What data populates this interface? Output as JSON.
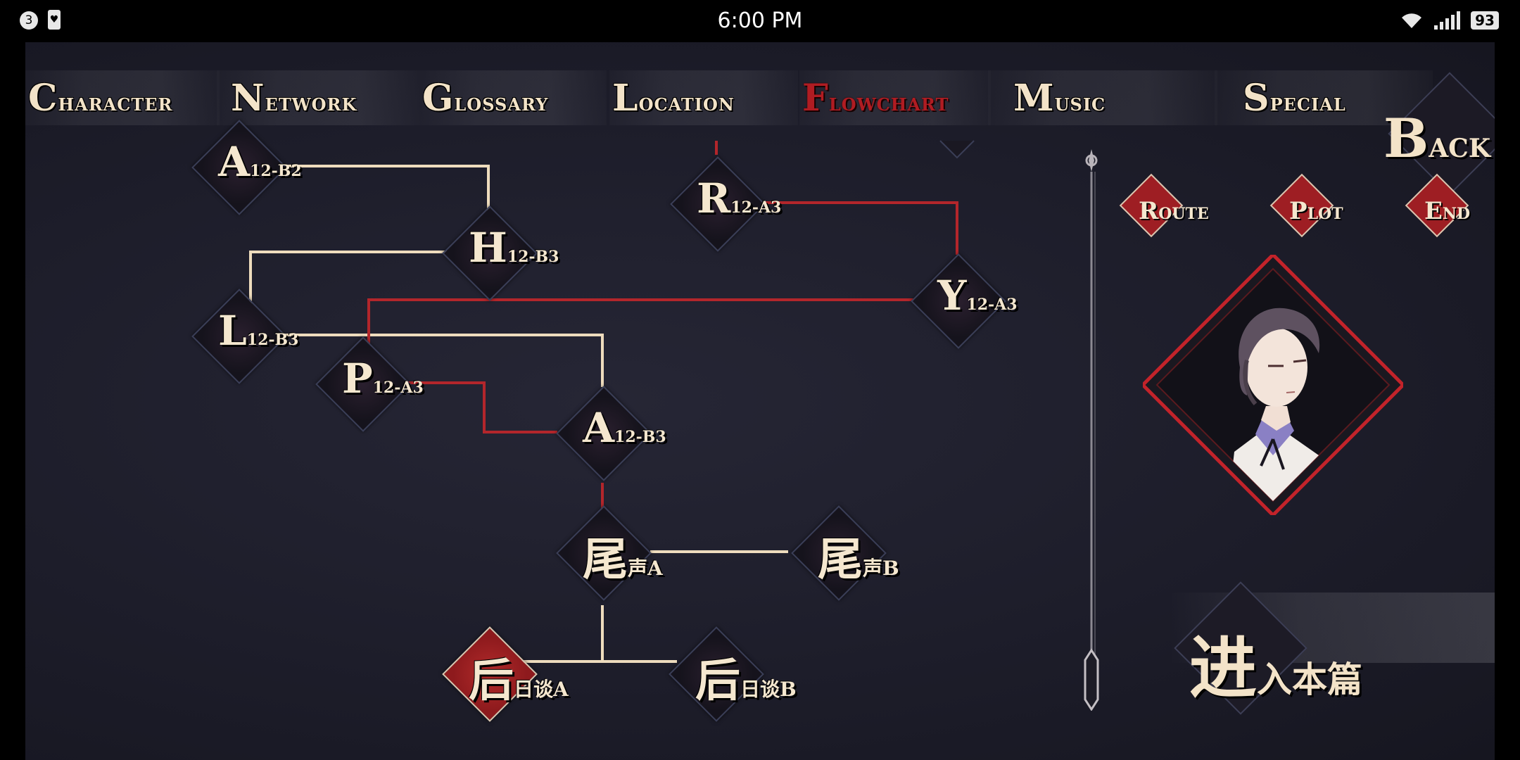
{
  "status_bar": {
    "notification_count": "3",
    "time": "6:00 PM",
    "battery": "93"
  },
  "nav": {
    "tabs": [
      {
        "first": "C",
        "rest": "HARACTER",
        "active": false
      },
      {
        "first": "N",
        "rest": "ETWORK",
        "active": false
      },
      {
        "first": "G",
        "rest": "LOSSARY",
        "active": false
      },
      {
        "first": "L",
        "rest": "OCATION",
        "active": false
      },
      {
        "first": "F",
        "rest": "LOWCHART",
        "active": true
      },
      {
        "first": "M",
        "rest": "USIC",
        "active": false
      },
      {
        "first": "S",
        "rest": "PECIAL",
        "active": false
      }
    ],
    "back": {
      "first": "B",
      "rest": "ACK"
    }
  },
  "flowchart": {
    "nodes": [
      {
        "id": "a12b2",
        "letter": "A",
        "sub": "12-B2",
        "highlighted": false
      },
      {
        "id": "h12b3",
        "letter": "H",
        "sub": "12-B3",
        "highlighted": false
      },
      {
        "id": "l12b3",
        "letter": "L",
        "sub": "12-B3",
        "highlighted": false
      },
      {
        "id": "p12a3",
        "letter": "P",
        "sub": "12-A3",
        "highlighted": false
      },
      {
        "id": "a12b3",
        "letter": "A",
        "sub": "12-B3",
        "highlighted": false
      },
      {
        "id": "r12a3",
        "letter": "R",
        "sub": "12-A3",
        "highlighted": false
      },
      {
        "id": "y12a3",
        "letter": "Y",
        "sub": "12-A3",
        "highlighted": false
      },
      {
        "id": "epilogueA",
        "letter": "尾",
        "sub": "声A",
        "highlighted": false
      },
      {
        "id": "epilogueB",
        "letter": "尾",
        "sub": "声B",
        "highlighted": false
      },
      {
        "id": "afterA",
        "letter": "后",
        "sub": "日谈A",
        "highlighted": true
      },
      {
        "id": "afterB",
        "letter": "后",
        "sub": "日谈B",
        "highlighted": false
      }
    ],
    "line_colors": {
      "cream": "#eedcbd",
      "red": "#b3262b"
    }
  },
  "legend": {
    "route": {
      "first": "R",
      "rest": "OUTE"
    },
    "plot": {
      "first": "P",
      "rest": "LOT"
    },
    "end": {
      "first": "E",
      "rest": "ND"
    }
  },
  "enter_main": {
    "first": "进",
    "rest": "入本篇"
  },
  "colors": {
    "accent_red": "#b01c22",
    "cream": "#f3e3c8",
    "background": "#1d1d2a"
  }
}
